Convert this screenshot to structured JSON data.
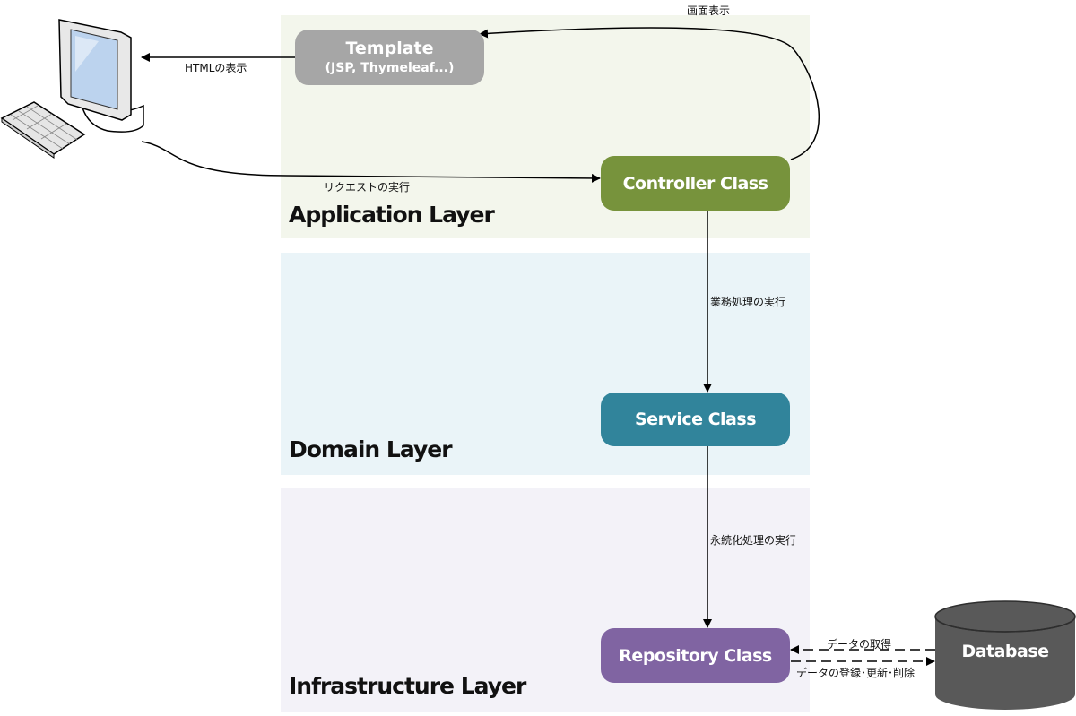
{
  "layers": {
    "application": "Application Layer",
    "domain": "Domain Layer",
    "infrastructure": "Infrastructure Layer"
  },
  "boxes": {
    "template_title": "Template",
    "template_subtitle": "(JSP, Thymeleaf...)",
    "controller": "Controller Class",
    "service": "Service Class",
    "repository": "Repository Class",
    "database": "Database"
  },
  "arrows": {
    "screen_display": "画面表示",
    "html_display": "HTMLの表示",
    "request_exec": "リクエストの実行",
    "business_exec": "業務処理の実行",
    "persistence_exec": "永続化処理の実行",
    "data_fetch": "データの取得",
    "data_modify": "データの登録･更新･削除"
  },
  "colors": {
    "template": "#a6a6a6",
    "controller": "#77933c",
    "service": "#31849b",
    "repository": "#8064a2",
    "database": "#595959"
  }
}
